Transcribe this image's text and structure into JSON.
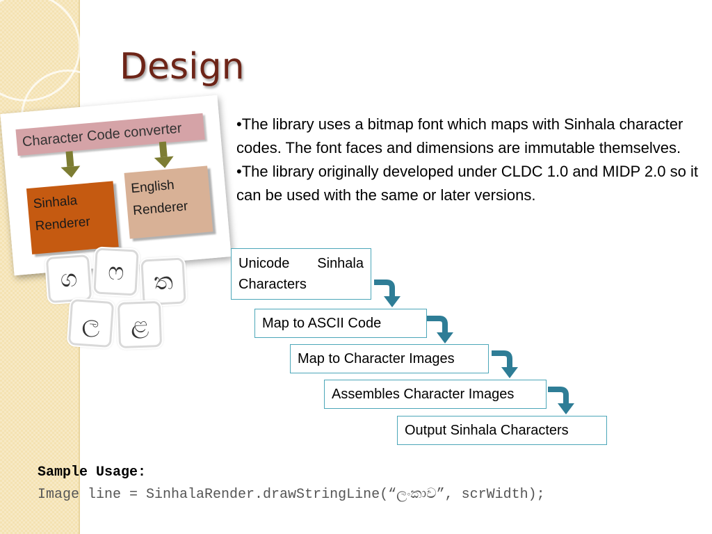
{
  "title": "Design",
  "diagram": {
    "converter_label": "Character Code converter",
    "sinhala_renderer": [
      "Sinhala",
      "Renderer"
    ],
    "english_renderer": [
      "English",
      "Renderer"
    ]
  },
  "glyph_tiles": [
    "ග",
    "ෆ",
    "ත",
    "ල",
    "ළ"
  ],
  "bullets": [
    "•The library uses a bitmap font which maps with Sinhala character codes. The font faces and dimensions are immutable themselves.",
    "•The library originally developed under CLDC 1.0 and MIDP 2.0 so it can be used with the same or later versions."
  ],
  "flow_steps": [
    "Unicode Sinhala Characters",
    "Map to ASCII Code",
    "Map to Character Images",
    "Assembles Character Images",
    "Output Sinhala Characters"
  ],
  "sample": {
    "label": "Sample Usage:",
    "code": "Image line = SinhalaRender.drawStringLine(“ලංකාව”, scrWidth);"
  },
  "colors": {
    "title": "#6d2417",
    "flow_border": "#4ba6b8",
    "flow_arrow": "#2e7d96",
    "sinhala_box": "#c55a11",
    "english_box": "#d8b196",
    "converter_bar": "#d5a3a7",
    "side_strip": "#f4e2b2"
  }
}
